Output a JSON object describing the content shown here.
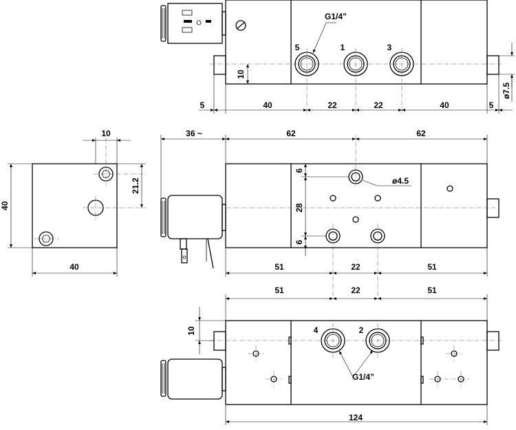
{
  "top_view": {
    "port_thread": "G1/4”",
    "port_5": "5",
    "port_1": "1",
    "port_3": "3",
    "dim_10": "10",
    "dim_diam_7_5": "ø7.5",
    "dim_5_left": "5",
    "dim_40_left": "40",
    "dim_22_a": "22",
    "dim_22_b": "22",
    "dim_40_right": "40",
    "dim_5_right": "5"
  },
  "end_view": {
    "dim_10": "10",
    "dim_21_2": "21.2",
    "dim_40_h": "40",
    "dim_40_w": "40"
  },
  "front_view": {
    "dim_36": "36 ~",
    "dim_62_left": "62",
    "dim_62_right": "62",
    "dim_6_top": "6",
    "dim_28": "28",
    "dim_6_bottom": "6",
    "dim_hole": "ø4.5",
    "dim_51_left": "51",
    "dim_22": "22",
    "dim_51_right": "51"
  },
  "bottom_view": {
    "dim_51_left": "51",
    "dim_22": "22",
    "dim_51_right": "51",
    "dim_10": "10",
    "port_4": "4",
    "port_2": "2",
    "port_thread": "G1/4”",
    "dim_124": "124"
  }
}
